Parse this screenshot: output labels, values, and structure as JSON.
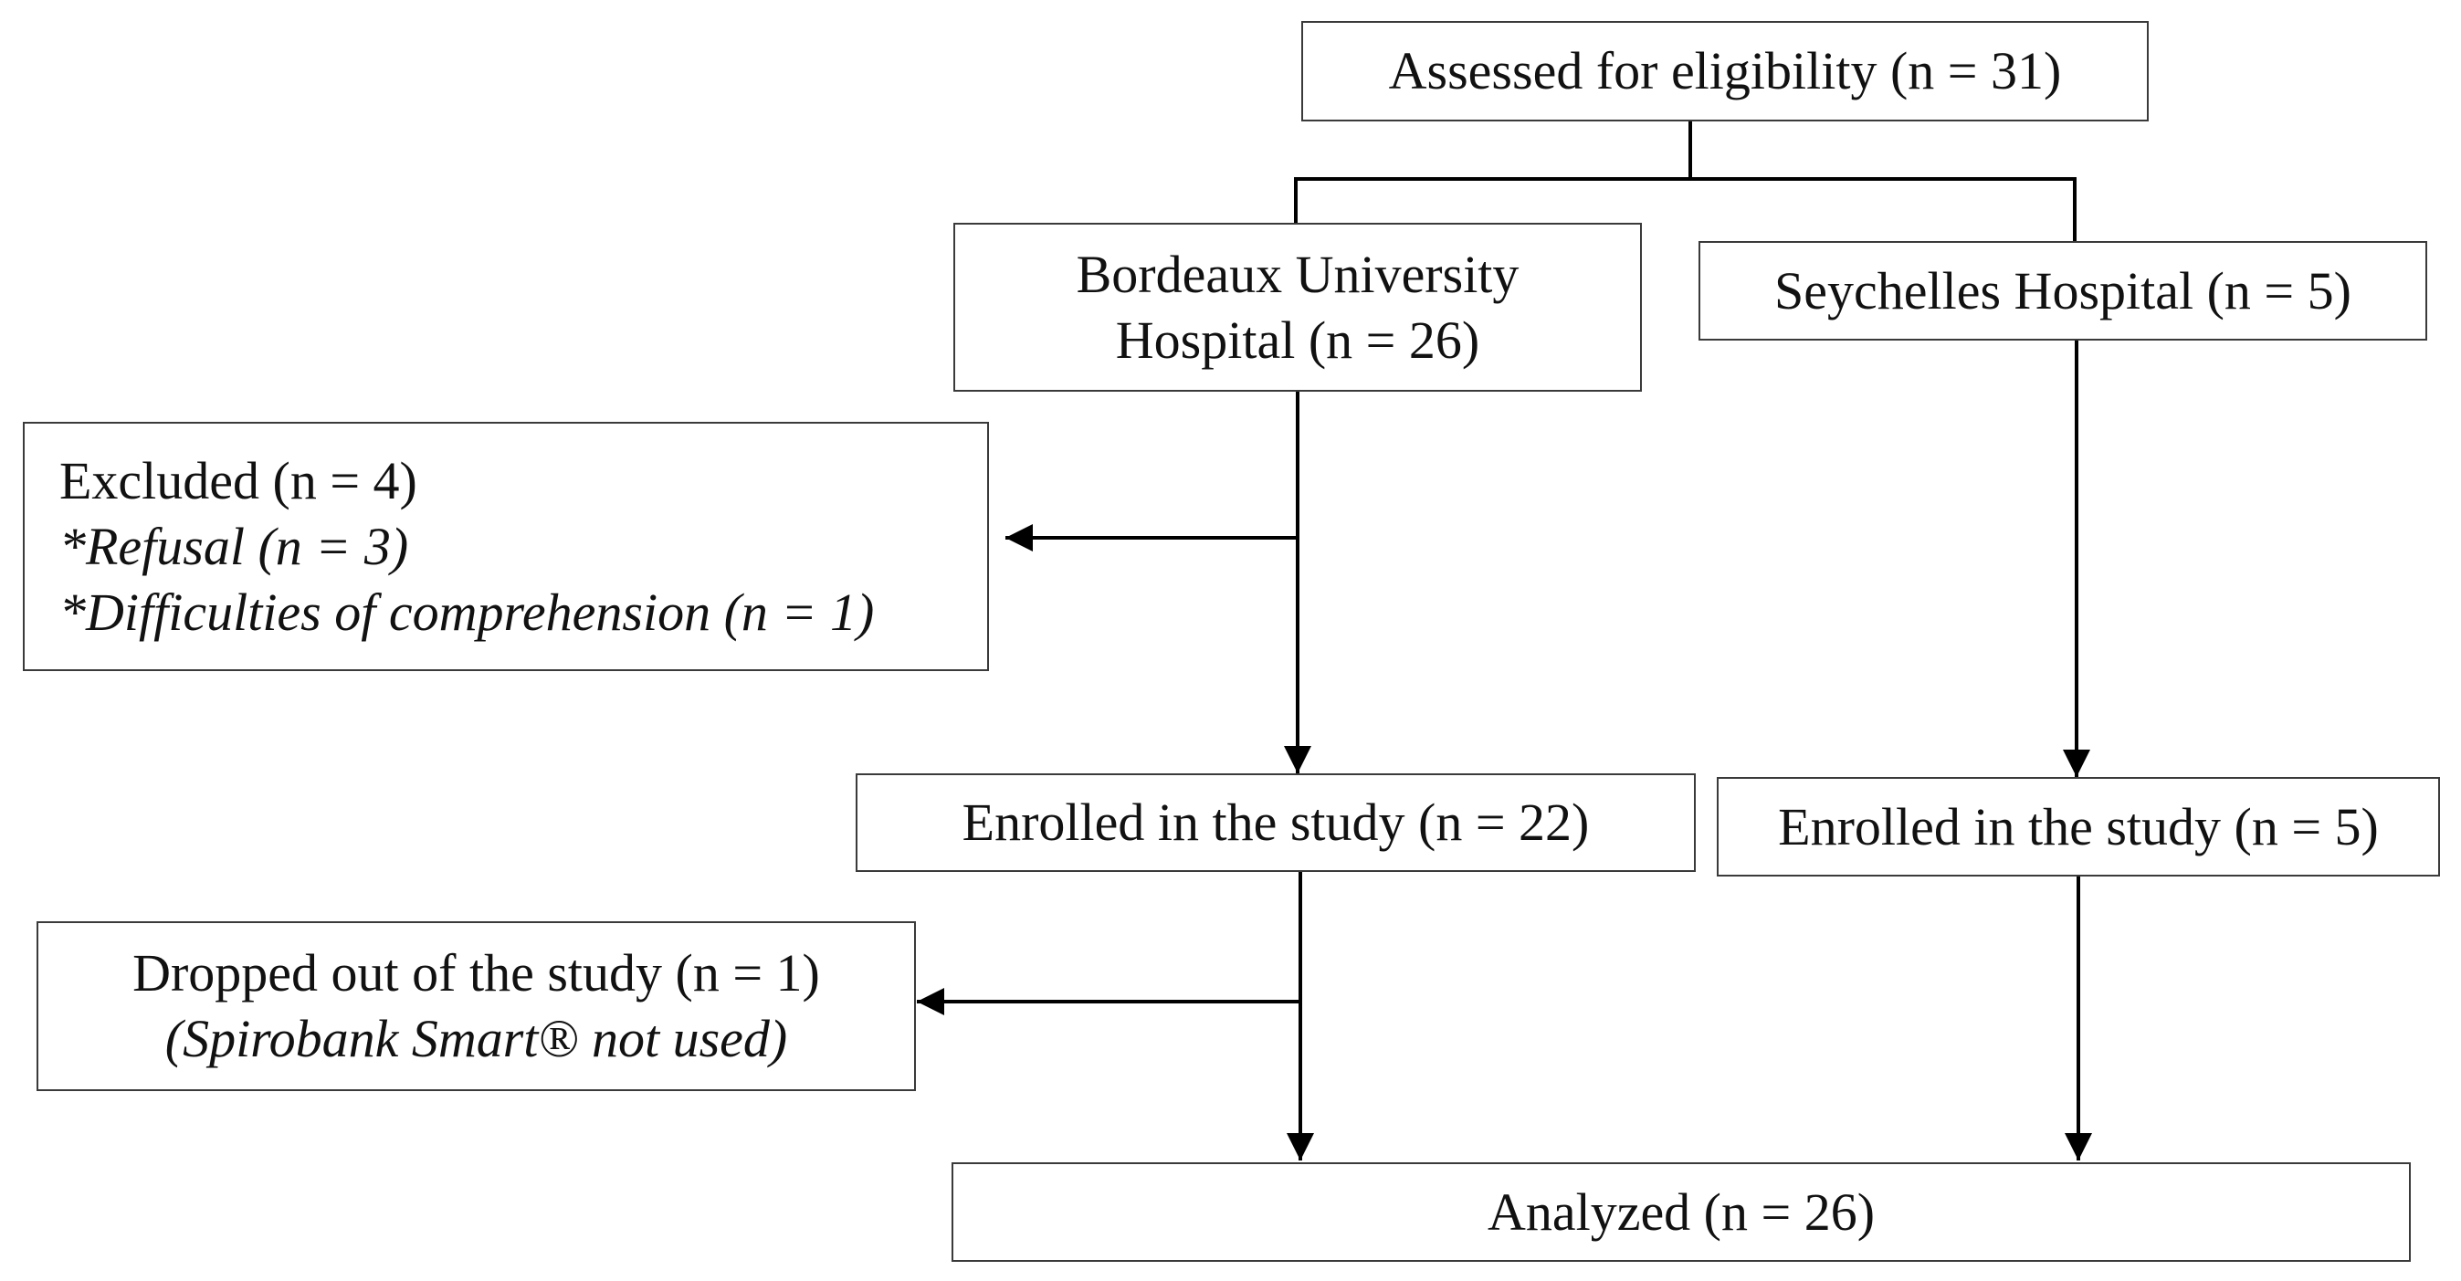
{
  "colors": {
    "border": "#3a3a3a",
    "text": "#111111",
    "arrow": "#000000",
    "background": "#ffffff"
  },
  "nodes": {
    "assessed": {
      "line1": "Assessed for eligibility (n = 31)"
    },
    "bordeaux": {
      "line1": "Bordeaux University",
      "line2": "Hospital (n = 26)"
    },
    "seychelles": {
      "line1": "Seychelles Hospital (n = 5)"
    },
    "excluded": {
      "line1": "Excluded (n = 4)",
      "line2": "*Refusal (n = 3)",
      "line3": "*Difficulties of comprehension (n = 1)"
    },
    "enrolled_bordeaux": {
      "line1": "Enrolled in the study (n = 22)"
    },
    "enrolled_seychelles": {
      "line1": "Enrolled in the study (n = 5)"
    },
    "dropped": {
      "line1": "Dropped out of the study (n = 1)",
      "line2": "(Spirobank Smart® not used)"
    },
    "analyzed": {
      "line1": "Analyzed (n = 26)"
    }
  },
  "edges": [
    {
      "from": "assessed",
      "to": "bordeaux"
    },
    {
      "from": "assessed",
      "to": "seychelles"
    },
    {
      "from": "bordeaux",
      "to": "excluded"
    },
    {
      "from": "bordeaux",
      "to": "enrolled_bordeaux"
    },
    {
      "from": "seychelles",
      "to": "enrolled_seychelles"
    },
    {
      "from": "enrolled_bordeaux",
      "to": "dropped"
    },
    {
      "from": "enrolled_bordeaux",
      "to": "analyzed"
    },
    {
      "from": "enrolled_seychelles",
      "to": "analyzed"
    }
  ]
}
